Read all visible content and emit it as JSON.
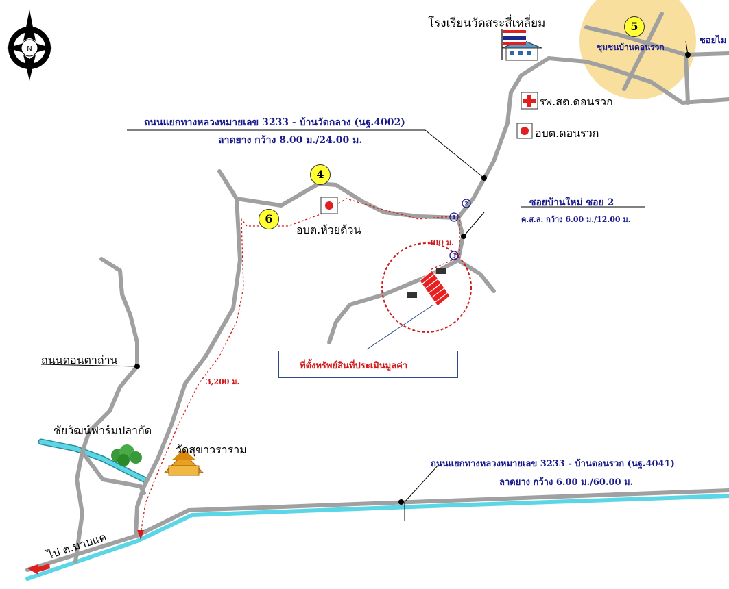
{
  "labels": {
    "school": "โรงเรียนวัดสระสี่เหลี่ยม",
    "community": "ชุมชนบ้านดอนรวก",
    "soi_right": "ซอยไม",
    "hospital": "รพ.สต.ดอนรวก",
    "sao_donruak": "อบต.ดอนรวก",
    "road_top_line1": "ถนนแยกทางหลวงหมายเลข 3233 - บ้านวัดกลาง (นฐ.4002)",
    "road_top_line2": "ลาดยาง กว้าง 8.00 ม./24.00 ม.",
    "soi_line1": "ซอยบ้านใหม่ ซอย 2",
    "soi_line2": "ค.ส.ล. กว้าง 6.00 ม./12.00 ม.",
    "sao_huaykwan": "อบต.ห้วยด้วน",
    "dist_300": "300 ม.",
    "dist_3200": "3,200 ม.",
    "road_dontaan": "ถนนดอนตาถ่าน",
    "property": "ที่ตั้งทรัพย์สินที่ประเมินมูลค่า",
    "fish_farm": "ชัยวัฒน์ฟาร์มปลากัด",
    "temple": "วัดสุขาวราราม",
    "road_bottom_line1": "ถนนแยกทางหลวงหมายเลข 3233 - บ้านดอนรวก (นฐ.4041)",
    "road_bottom_line2": "ลาดยาง กว้าง 6.00 ม./60.00 ม.",
    "to_manaeak": "ไป ต.มาบแค",
    "compass_letter": "N"
  },
  "markers": {
    "m4": "4",
    "m5": "5",
    "m6": "6",
    "s1": "1",
    "s2": "2",
    "s3": "3"
  },
  "colors": {
    "road": "#a0a0a0",
    "river": "#5ad6e6",
    "route": "#d11a1a",
    "label_blue": "#1a1a8c",
    "marker_yellow": "#ffff33",
    "community_fill": "#f7d98c"
  }
}
